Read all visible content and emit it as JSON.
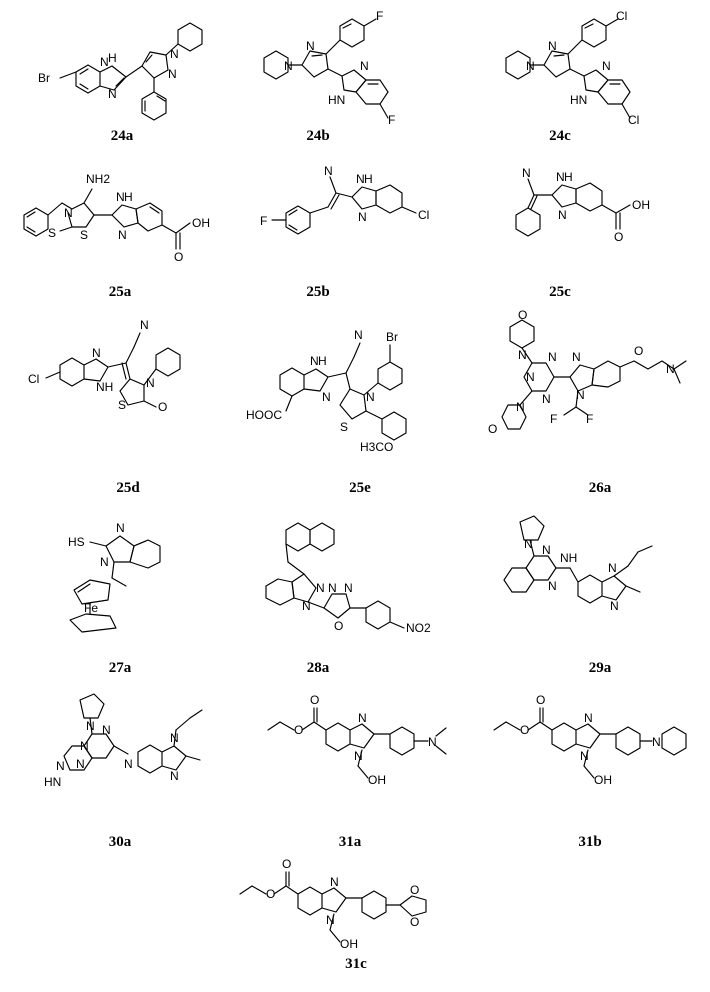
{
  "compounds": [
    {
      "label": "24a",
      "atoms": [
        "Br",
        "H",
        "N",
        "N",
        "N",
        "N"
      ]
    },
    {
      "label": "24b",
      "atoms": [
        "N",
        "N",
        "F",
        "N",
        "HN",
        "F"
      ]
    },
    {
      "label": "24c",
      "atoms": [
        "N",
        "N",
        "Cl",
        "N",
        "HN",
        "Cl"
      ]
    },
    {
      "label": "25a",
      "atoms": [
        "NH2",
        "N",
        "S",
        "S",
        "H",
        "N",
        "N",
        "OH",
        "O"
      ]
    },
    {
      "label": "25b",
      "atoms": [
        "N",
        "H",
        "N",
        "N",
        "F",
        "Cl"
      ]
    },
    {
      "label": "25c",
      "atoms": [
        "N",
        "H",
        "N",
        "N",
        "OH",
        "O"
      ]
    },
    {
      "label": "25d",
      "atoms": [
        "N",
        "Cl",
        "N",
        "NH",
        "N",
        "S",
        "O"
      ]
    },
    {
      "label": "25e",
      "atoms": [
        "Br",
        "H",
        "N",
        "N",
        "N",
        "HOOC",
        "N",
        "S",
        "H3CO"
      ]
    },
    {
      "label": "26a",
      "atoms": [
        "O",
        "N",
        "N",
        "N",
        "N",
        "N",
        "O",
        "N",
        "N",
        "O",
        "N",
        "F",
        "F"
      ]
    },
    {
      "label": "27a",
      "atoms": [
        "N",
        "HS",
        "N",
        "Fe"
      ]
    },
    {
      "label": "28a",
      "atoms": [
        "N",
        "N",
        "N",
        "N",
        "O",
        "NO2"
      ]
    },
    {
      "label": "29a",
      "atoms": [
        "N",
        "N",
        "NH",
        "N",
        "N",
        "N"
      ]
    },
    {
      "label": "30a",
      "atoms": [
        "N",
        "N",
        "N",
        "N",
        "N",
        "HN",
        "N",
        "N",
        "N"
      ]
    },
    {
      "label": "31a",
      "atoms": [
        "O",
        "O",
        "N",
        "N",
        "N",
        "OH"
      ]
    },
    {
      "label": "31b",
      "atoms": [
        "O",
        "O",
        "N",
        "N",
        "N",
        "OH"
      ]
    },
    {
      "label": "31c",
      "atoms": [
        "O",
        "O",
        "N",
        "O",
        "O",
        "N",
        "OH"
      ]
    }
  ]
}
